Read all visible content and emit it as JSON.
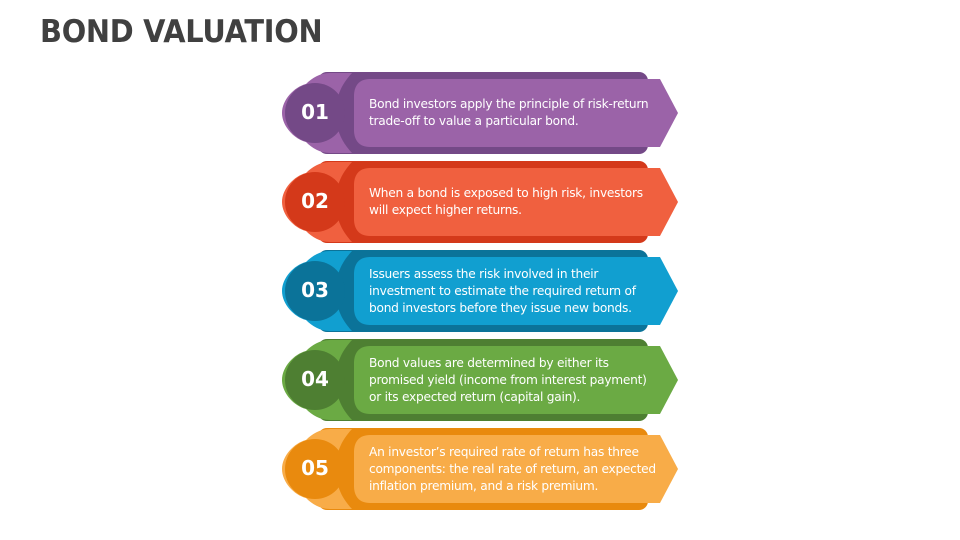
{
  "slide": {
    "title": "BOND VALUATION"
  },
  "steps": [
    {
      "number": "01",
      "text": "Bond investors apply the principle of risk-return trade-off to value a particular bond.",
      "lines": [
        "Bond investors apply the principle of risk-return",
        "trade-off to value a particular bond."
      ],
      "colors": {
        "light": "#9B63A8",
        "dark": "#744987",
        "circle": "#744987"
      }
    },
    {
      "number": "02",
      "text": "When a bond is exposed to high risk, investors will expect higher returns.",
      "lines": [
        "When a bond is exposed to high risk, investors",
        "will expect higher returns."
      ],
      "colors": {
        "light": "#F0603F",
        "dark": "#D4391A",
        "circle": "#D4391A"
      }
    },
    {
      "number": "03",
      "text": "Issuers assess the risk involved in their investment to estimate the required return of bond investors before they issue new bonds.",
      "lines": [
        "Issuers assess the risk involved in their",
        "investment to estimate the required return of",
        "bond investors before they issue new bonds."
      ],
      "colors": {
        "light": "#119FD0",
        "dark": "#0B7399",
        "circle": "#0B7399"
      }
    },
    {
      "number": "04",
      "text": "Bond values are determined by either its promised yield (income from interest payment) or its expected return (capital gain).",
      "lines": [
        "Bond values are determined by either its",
        "promised yield (income from interest payment)",
        "or its expected return (capital gain)."
      ],
      "colors": {
        "light": "#6BAA44",
        "dark": "#4E7F32",
        "circle": "#4E7F32"
      }
    },
    {
      "number": "05",
      "text": "An investor’s required rate of return has three components: the real rate of return, an expected inflation premium, and a risk premium.",
      "lines": [
        "An investor’s required rate of return has three",
        "components: the real rate of return, an expected",
        "inflation premium, and a risk premium."
      ],
      "colors": {
        "light": "#F8AC48",
        "dark": "#E98A0E",
        "circle": "#E98A0E"
      }
    }
  ]
}
